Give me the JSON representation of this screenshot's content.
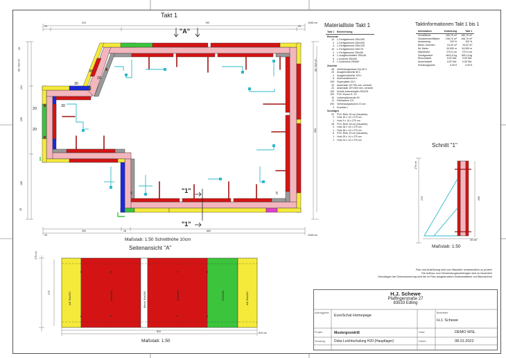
{
  "titles": {
    "plan": "Takt 1",
    "materials": "Materialliste  Takt 1",
    "info": "Taktinformationen  Takt 1 bis 1",
    "section": "Schnitt \"1\"",
    "elevation": "Seitenansicht \"A\""
  },
  "plan": {
    "scale_label": "Maßstab: 1:50    Schnitthöhe 10cm",
    "marker_a": "\"A\"",
    "marker_1_top": "\"1\"",
    "marker_1_bottom": "\"1\"",
    "dims_top": [
      "25",
      "210",
      "760",
      "25",
      "1045 cm"
    ],
    "dims_bottom": [
      "25",
      "300",
      "28",
      "660",
      "1045 cm"
    ],
    "dims_left": [
      "25",
      "38 / 934 cm",
      "134",
      "255",
      "185",
      "25"
    ],
    "dims_right": [
      "38 / 934 cm",
      "500"
    ],
    "inner_labels": [
      "20",
      "20",
      "30",
      "30",
      "36",
      "20",
      "5",
      "5"
    ]
  },
  "materials": {
    "header": [
      "Takt 1",
      "Bezeichnung"
    ],
    "groups": [
      {
        "name": "Elemente",
        "rows": [
          [
            "12",
            "L-Fertigelement 250x250"
          ],
          [
            "2",
            "L-Fertigelement 250x200"
          ],
          [
            "4",
            "L-Fertigelement 250x125"
          ],
          [
            "10",
            "L-Fertigelement 250x75"
          ],
          [
            "2",
            "L-Fertigelement 250x50"
          ],
          [
            "6",
            "L-Ausgleichsteilen 250x36"
          ],
          [
            "6",
            "L-Innenek 250x50"
          ],
          [
            "5",
            "L-Außeneck 290x60"
          ]
        ]
      },
      {
        "name": "Zubehör",
        "rows": [
          [
            "46",
            "Verbindungsklaue Top 50 2"
          ],
          [
            "20",
            "Ausgleichsbohle 80 L"
          ],
          [
            "2",
            "Ausgleichsbohle 120 L"
          ],
          [
            "8",
            "Außeneckbeschl L"
          ],
          [
            "109",
            "Superplatte 15.0"
          ],
          [
            "32",
            "Ankerstab 15*750 mm, verzinkt"
          ],
          [
            "22",
            "Ankerstab 15*1000 mm, verzinkt"
          ],
          [
            "105",
            "Kombi-Ankerstopfen R20/25"
          ],
          [
            "100",
            "PVC-Konus D. 20"
          ],
          [
            "10",
            "Universalkonsole 90"
          ],
          [
            "11",
            "Richtstütze CH"
          ],
          [
            "290",
            "Verbindungsbolzen 10 cm"
          ],
          [
            "2",
            "Kranöse L"
          ]
        ]
      },
      {
        "name": "Sonstiges",
        "rows": [
          [
            "22",
            "PVC-Rohr 30 cm (bauseits)"
          ],
          [
            "2",
            "Holz 10 x 14 x 270 cm"
          ],
          [
            "1",
            "Holz 5 x 14 x 270 cm"
          ],
          [
            "28",
            "PVC-Rohr 26 cm (bauseits)"
          ],
          [
            "4",
            "Holz 26 x 14 x 270 cm"
          ],
          [
            "1",
            "Holz 36 x 14 x 270 cm"
          ],
          [
            "6",
            "PVC-Rohr 20 cm (bauseits)"
          ],
          [
            "1",
            "Holz 25 x 14 x 270 cm"
          ],
          [
            "1",
            "Holz 24 x 14 x 270 cm"
          ]
        ]
      }
    ]
  },
  "info": {
    "header": [
      "Information",
      "Vorbeitung",
      "Takt 1"
    ],
    "rows": [
      [
        "Schalfläche",
        "180,75 m²",
        "180,75 m²"
      ],
      [
        "Schalelementfläche",
        "196,70 m²",
        "196,70 m²"
      ],
      [
        "Auslastung",
        "100 %",
        "100 %"
      ],
      [
        "Beton-Volumen",
        "24,02 m³",
        "24,02 m³"
      ],
      [
        "lfd. Meter",
        "34,590 m",
        "34,590 m"
      ],
      [
        "Wandhöhe",
        "270,0 cm",
        "270,0 cm"
      ],
      [
        "Schalgewicht",
        "5611,8 kg",
        "5611,8 kg"
      ],
      [
        "Einschalzeit",
        "0,00 Std.",
        "0,00 Std."
      ],
      [
        "Ausschalzeit",
        "0,00 Std.",
        "0,00 Std."
      ],
      [
        "Schalungspreis",
        "0,00 €",
        "0,00 €"
      ]
    ]
  },
  "section": {
    "scale_label": "Maßstab: 1:50",
    "dims": [
      "270 cm",
      "270",
      "290",
      "20 cm"
    ]
  },
  "elevation": {
    "scale_label": "Maßstab: 1:50",
    "panel_labels": [
      "AE 60x290",
      "250x290",
      "Blech 36x290",
      "250x290",
      "125x290",
      "AE 60x290"
    ],
    "dims": [
      "270 cm",
      "270",
      "810",
      "810 cm"
    ]
  },
  "notes": [
    "Plan und Ausführung sind vom Bauleiter verantwortlich zu prüfen!",
    "Die Aufbau- und Verwendungsanleitungen sind zu beachten!",
    "Grundlagen der Dimensionierung sind die im Plan ausgedruckten Dezibarstärken und Baumbriche"
  ],
  "titleblock": {
    "company": "H.J. Schewe",
    "street": "Pfaffingerstraße 27",
    "city": "83533 Edling",
    "auftraggeber_label": "Auftraggeber",
    "auftraggeber": "EuroSchal Homepage",
    "bearbeiter_label": "Bearbeiter",
    "bearbeiter": "H.J. Schewe",
    "projekt_label": "Projekt",
    "projekt": "Mustergrundriß",
    "datei_label": "Datei",
    "datei": "DEMO WSL",
    "schalung_label": "Schalung",
    "schalung": "Doka Leichtschalung H20 (Hauptlager)",
    "datum_label": "Datum",
    "datum": "08.01.2022"
  },
  "colors": {
    "pink": "#f4b6bd",
    "red": "#d41414",
    "darkred": "#a01010",
    "yellow": "#f5ea3a",
    "green": "#3cc43c",
    "blue": "#1a2ad8",
    "gray": "#9a9a9a",
    "cyan": "#2fb8c8",
    "magenta": "#e040c8"
  }
}
